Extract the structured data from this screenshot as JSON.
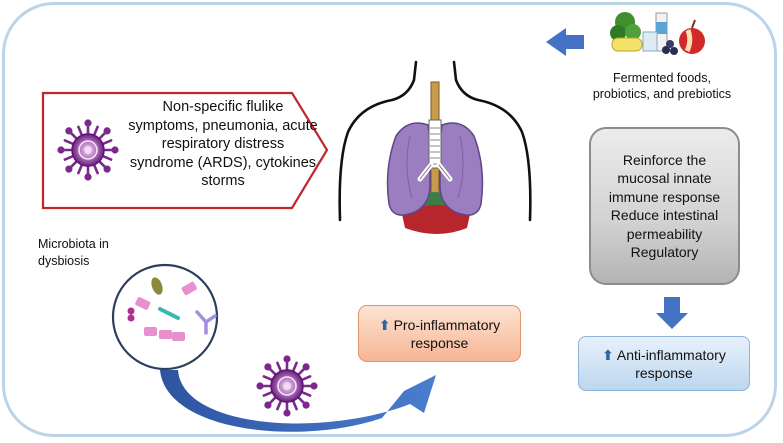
{
  "symptoms": {
    "text": "Non-specific flulike symptoms, pneumonia, acute respiratory distress syndrome (ARDS), cytokines storms"
  },
  "foods": {
    "caption": "Fermented foods, probiotics, and prebiotics"
  },
  "effects": {
    "line1": "Reinforce the mucosal innate immune response",
    "line2": "Reduce intestinal permeability",
    "line3": "Regulatory"
  },
  "microbiota": {
    "label": "Microbiota in dysbiosis"
  },
  "pro_inflammatory": {
    "label": "Pro-inflammatory response"
  },
  "anti_inflammatory": {
    "label": "Anti-inflammatory response"
  },
  "colors": {
    "frame": "#bcd4ea",
    "arrow_blue": "#4472c4",
    "virus": "#7b2a8c",
    "lung": "#9a7ec0",
    "callout_border": "#c0272d"
  }
}
